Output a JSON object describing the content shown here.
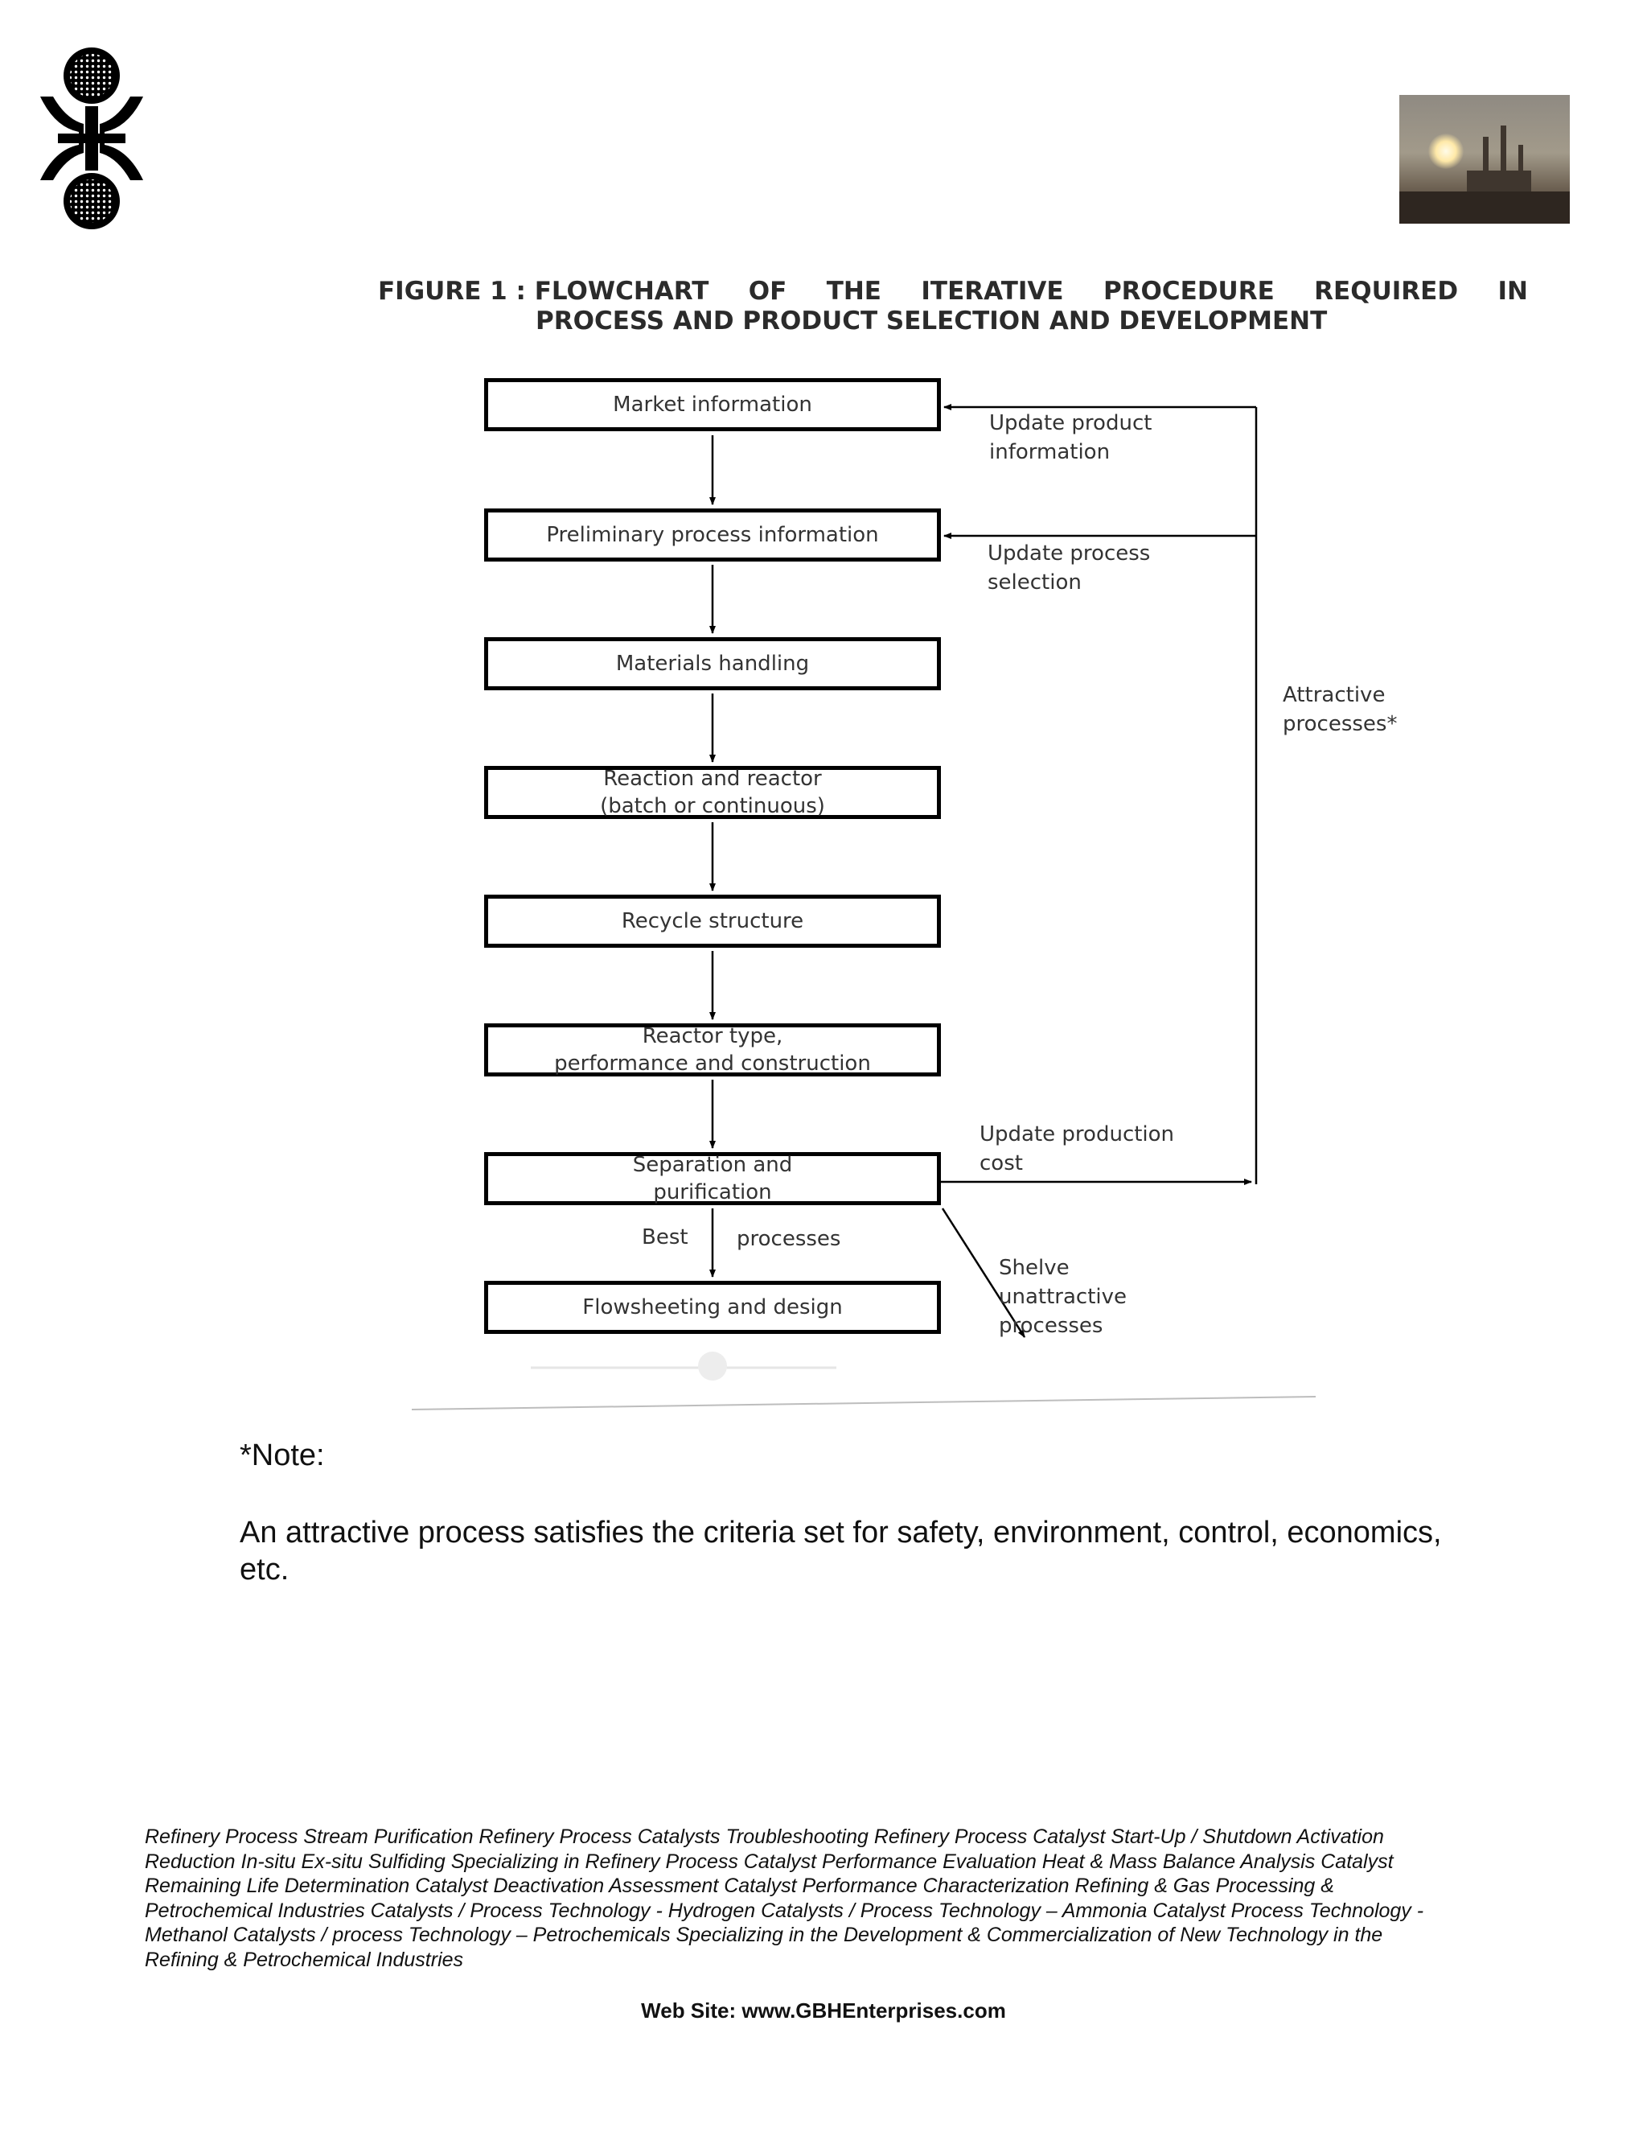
{
  "figure": {
    "title_line1_words": [
      "FIGURE 1 : FLOWCHART",
      "OF",
      "THE",
      "ITERATIVE",
      "PROCEDURE",
      "REQUIRED",
      "IN"
    ],
    "title_line2": "PROCESS AND PRODUCT SELECTION AND DEVELOPMENT",
    "steps": [
      "Market information",
      "Preliminary process information",
      "Materials handling",
      "Reaction and reactor\n(batch or continuous)",
      "Recycle structure",
      "Reactor type,\nperformance and construction",
      "Separation and\npurification",
      "Flowsheeting and design"
    ],
    "labels": {
      "update_product": "Update product\ninformation",
      "update_process": "Update process\nselection",
      "attractive": "Attractive\nprocesses*",
      "update_cost": "Update production\ncost",
      "best": "Best",
      "processes": "processes",
      "shelve": "Shelve\n    unattractive\n        processes"
    }
  },
  "note": {
    "heading": "*Note:",
    "body": "An attractive process satisfies the criteria set for safety, environment, control, economics, etc."
  },
  "footer": {
    "text": "Refinery Process Stream Purification Refinery Process Catalysts Troubleshooting Refinery Process Catalyst Start-Up / Shutdown Activation Reduction In-situ Ex-situ Sulfiding Specializing in Refinery Process Catalyst Performance Evaluation Heat & Mass Balance Analysis Catalyst Remaining Life Determination Catalyst Deactivation Assessment Catalyst Performance Characterization Refining & Gas Processing & Petrochemical Industries Catalysts / Process Technology - Hydrogen Catalysts / Process Technology – Ammonia Catalyst Process Technology - Methanol Catalysts / process Technology – Petrochemicals Specializing in the Development & Commercialization of New Technology in the Refining & Petrochemical Industries",
    "website": "Web Site: www.GBHEnterprises.com"
  },
  "colors": {
    "ink": "#000000",
    "text": "#333333",
    "background": "#ffffff"
  },
  "icons": {
    "logo": "company-logo-icon",
    "photo": "refinery-photo"
  }
}
